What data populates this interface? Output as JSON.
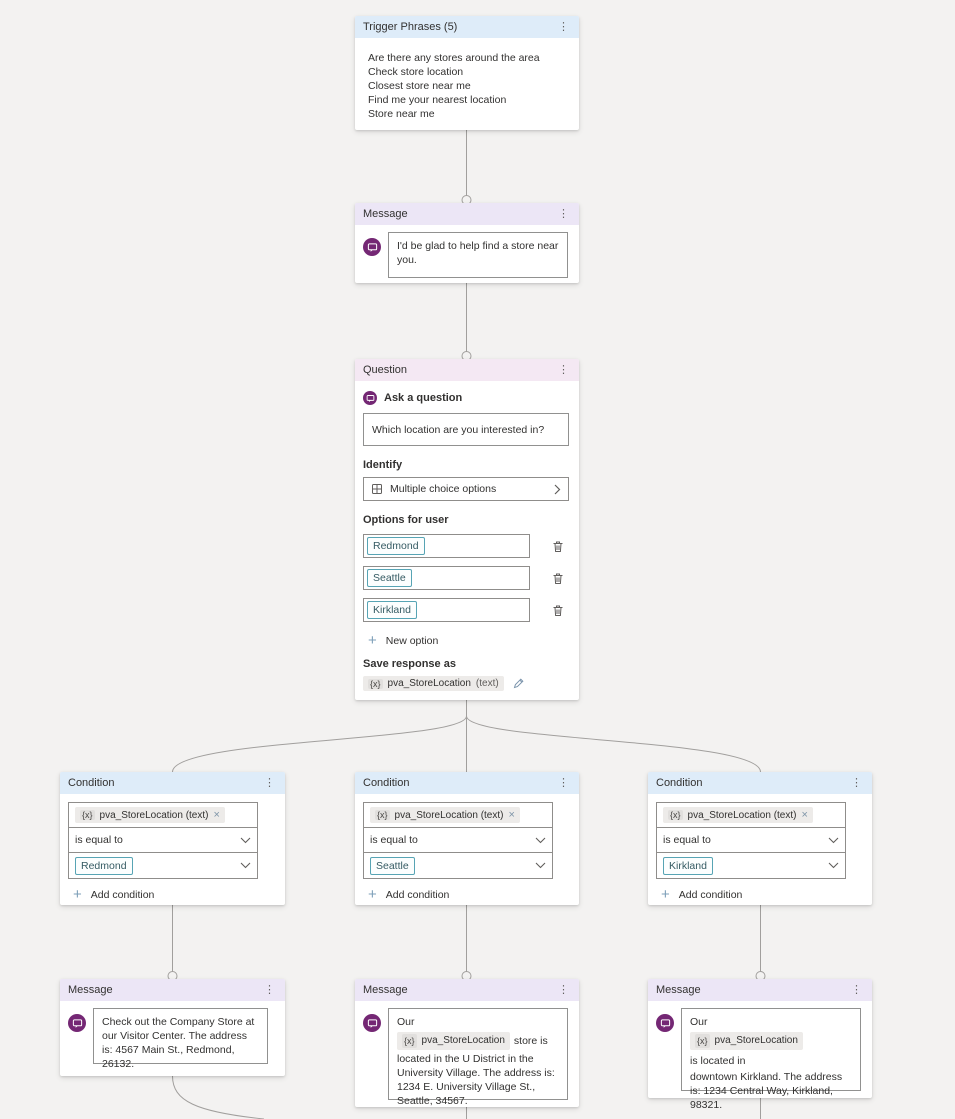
{
  "icons": {
    "more": "⋮",
    "close": "×",
    "variable_token": "{x}"
  },
  "colors": {
    "canvas": "#f3f2f1",
    "header_blue": "#deecf9",
    "header_purple": "#ece6f6",
    "header_pink": "#f4e8f3",
    "accent_purple": "#742774",
    "chip_teal_border": "#57a4b4",
    "connector": "#a19f9d"
  },
  "nodes": {
    "trigger": {
      "title": "Trigger Phrases (5)",
      "phrases": [
        "Are there any stores around the area",
        "Check store location",
        "Closest store near me",
        "Find me your nearest location",
        "Store near me"
      ]
    },
    "message1": {
      "title": "Message",
      "text": "I'd be glad to help find a store near you."
    },
    "question": {
      "title": "Question",
      "ask_label": "Ask a question",
      "question_text": "Which location are you interested in?",
      "identify_label": "Identify",
      "identify_value": "Multiple choice options",
      "options_label": "Options for user",
      "options": [
        "Redmond",
        "Seattle",
        "Kirkland"
      ],
      "new_option_label": "New option",
      "save_label": "Save response as",
      "variable": "pva_StoreLocation",
      "variable_type": "(text)"
    },
    "conditions": [
      {
        "title": "Condition",
        "variable": "pva_StoreLocation (text)",
        "operator": "is equal to",
        "value": "Redmond",
        "add_label": "Add condition"
      },
      {
        "title": "Condition",
        "variable": "pva_StoreLocation (text)",
        "operator": "is equal to",
        "value": "Seattle",
        "add_label": "Add condition"
      },
      {
        "title": "Condition",
        "variable": "pva_StoreLocation (text)",
        "operator": "is equal to",
        "value": "Kirkland",
        "add_label": "Add condition"
      }
    ],
    "messages": [
      {
        "title": "Message",
        "text": "Check out the Company Store at our Visitor Center. The address is: 4567 Main St., Redmond, 26132."
      },
      {
        "title": "Message",
        "pre": "Our",
        "variable": "pva_StoreLocation",
        "after_chip": "store is",
        "rest": "located in the U District in the University Village. The address is: 1234 E. University Village St., Seattle, 34567."
      },
      {
        "title": "Message",
        "pre": "Our",
        "variable": "pva_StoreLocation",
        "after_chip": "is located in",
        "rest": "downtown Kirkland. The address is: 1234 Central Way, Kirkland, 98321."
      }
    ]
  }
}
